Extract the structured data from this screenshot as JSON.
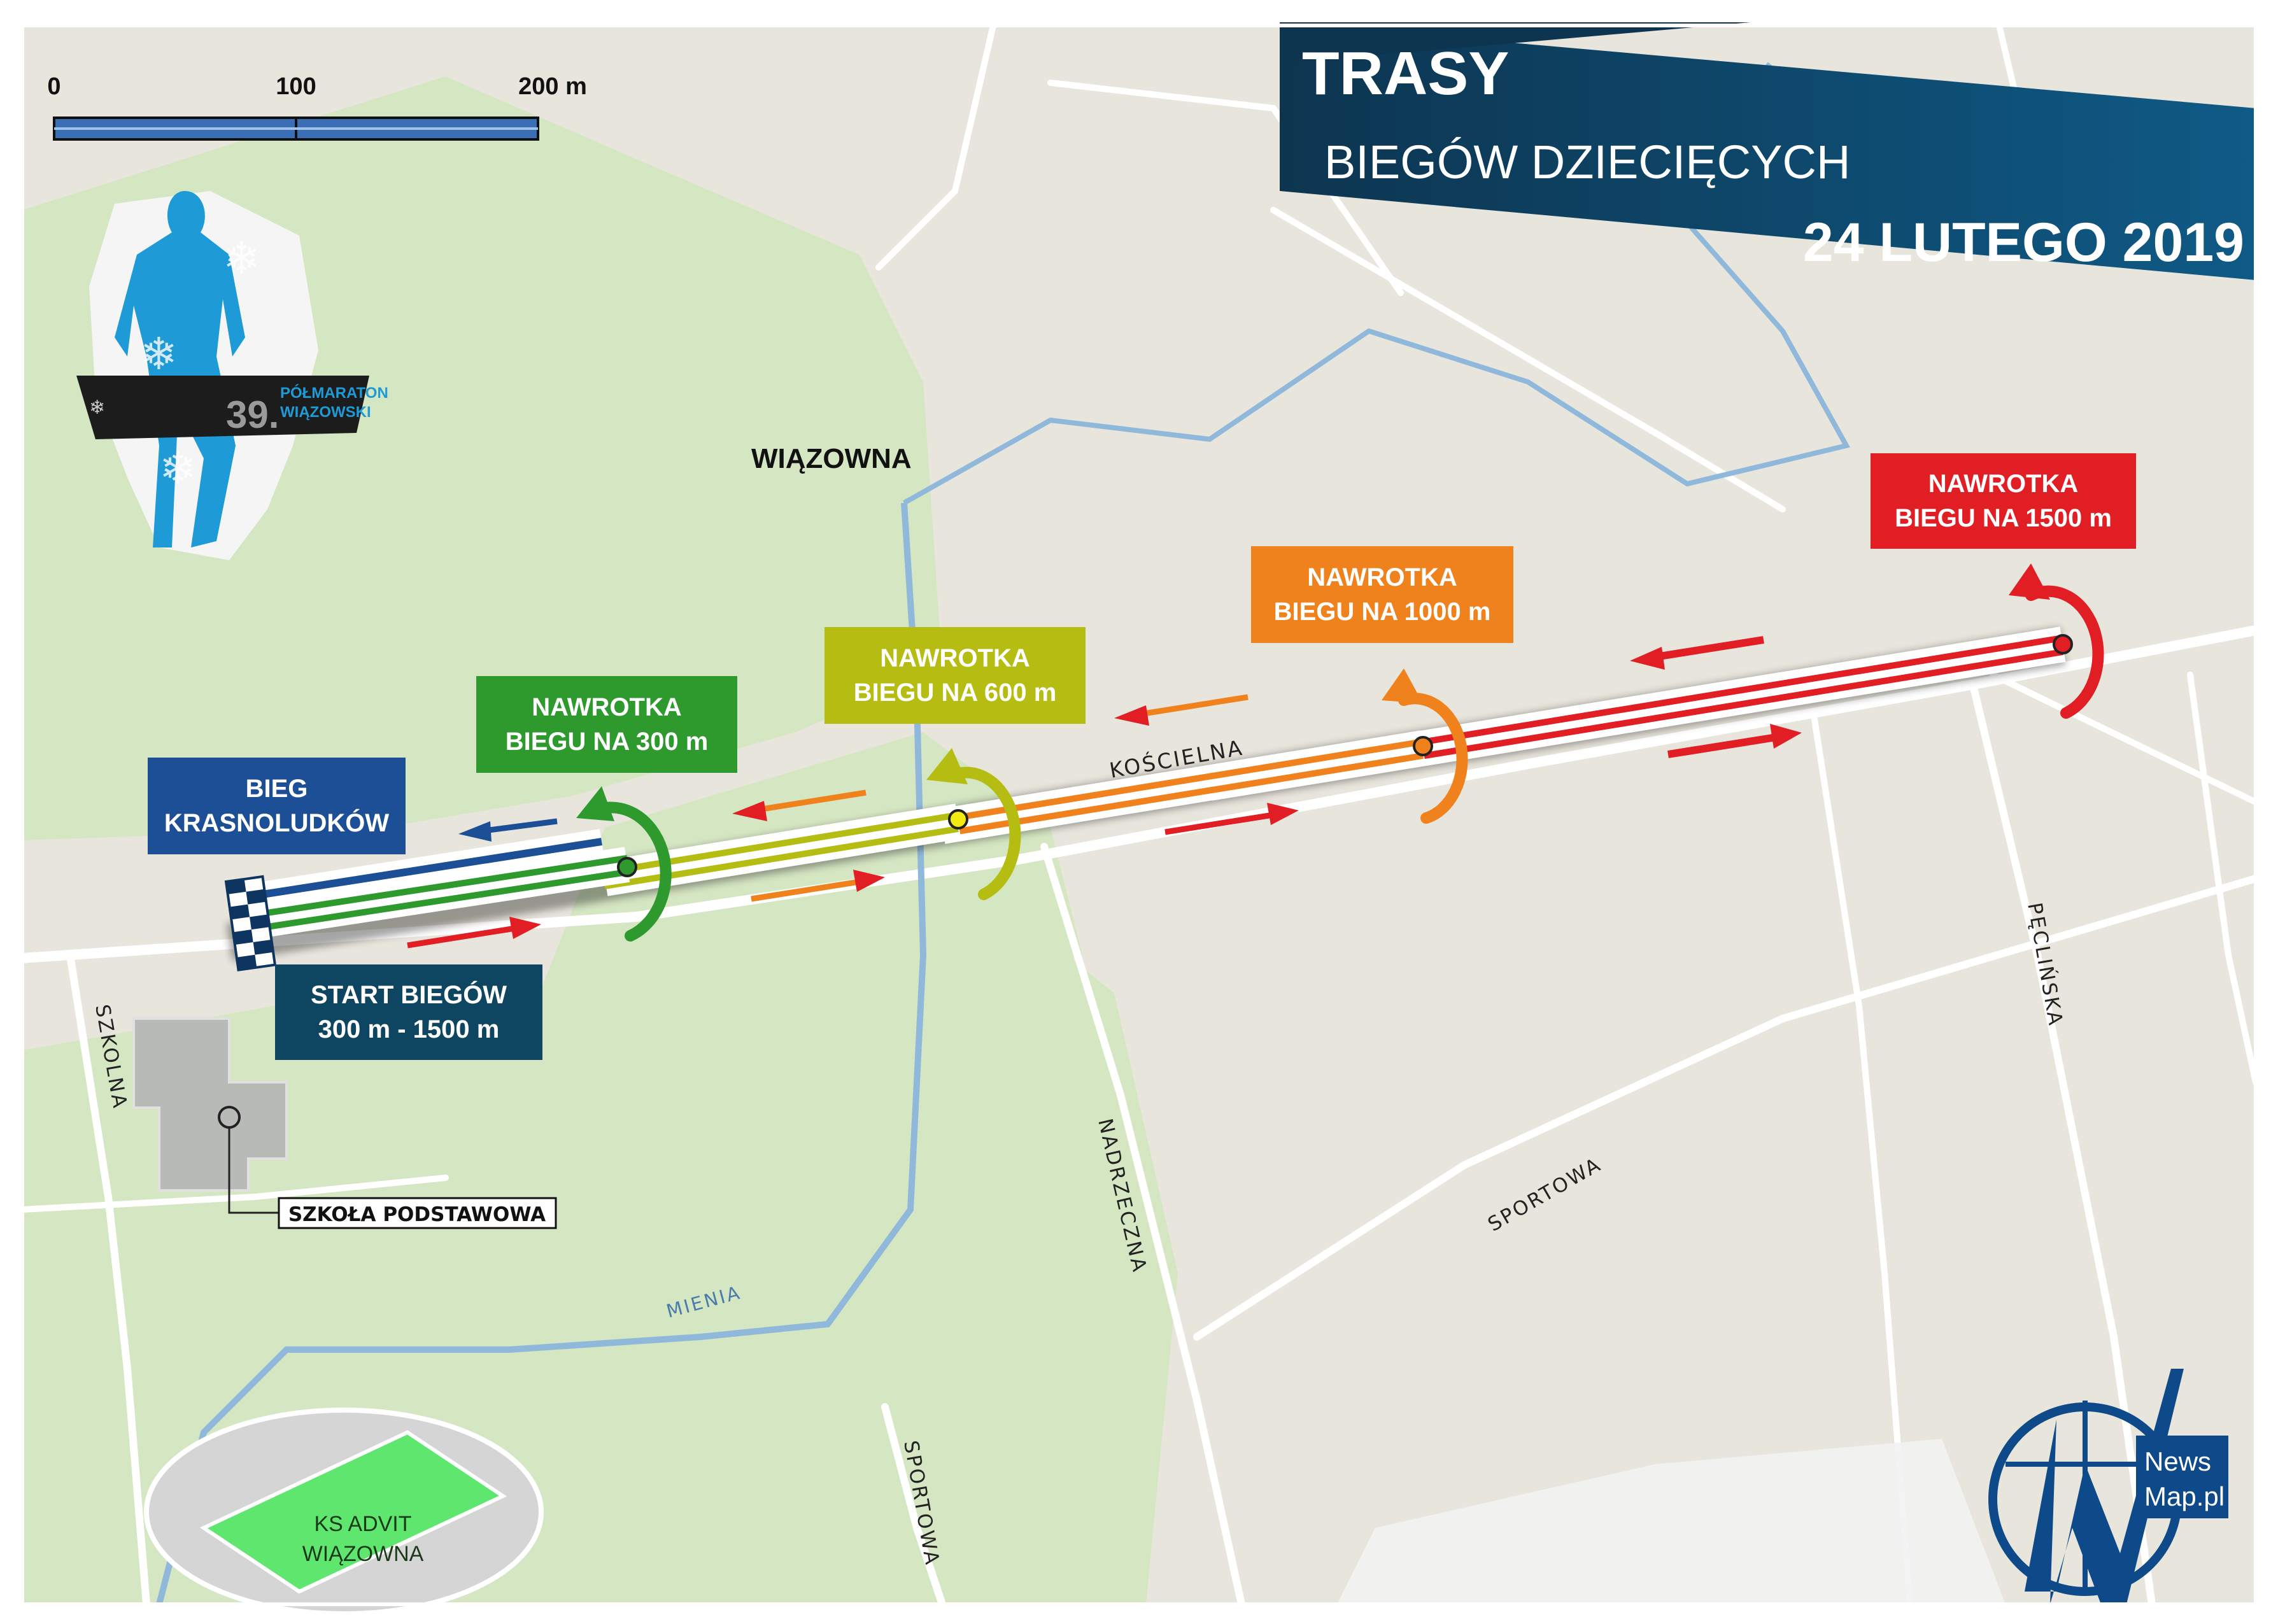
{
  "title": {
    "line1": "TRASY",
    "line2": "BIEGÓW DZIECIĘCYCH",
    "line3": "24 LUTEGO 2019"
  },
  "scale_bar": {
    "labels": [
      "0",
      "100",
      "200 m"
    ]
  },
  "logo": {
    "number": "39.",
    "line1": "PÓŁMARATON",
    "line2": "WIĄZOWSKI"
  },
  "places": {
    "town": "WIĄZOWNA",
    "school": "SZKOŁA PODSTAWOWA",
    "stadium_line1": "KS ADVIT",
    "stadium_line2": "WIĄZOWNA"
  },
  "streets": {
    "koscielna": "KOŚCIELNA",
    "szkolna": "SZKOLNA",
    "nadrzeczna": "NADRZECZNA",
    "sportowa1": "SPORTOWA",
    "sportowa2": "SPORTOWA",
    "pecli": "PĘCLIŃSKA",
    "river": "MIENIA"
  },
  "labels": {
    "turn300": {
      "line1": "NAWROTKA",
      "line2": "BIEGU NA 300 m"
    },
    "turn600": {
      "line1": "NAWROTKA",
      "line2": "BIEGU NA 600 m"
    },
    "turn1000": {
      "line1": "NAWROTKA",
      "line2": "BIEGU NA 1000 m"
    },
    "turn1500": {
      "line1": "NAWROTKA",
      "line2": "BIEGU NA 1500 m"
    },
    "kids": {
      "line1": "BIEG",
      "line2": "KRASNOLUDKÓW"
    },
    "start": {
      "line1": "START BIEGÓW",
      "line2": "300  m - 1500 m"
    }
  },
  "newsmap": {
    "line1": "News",
    "line2": "Map.pl"
  },
  "colors": {
    "ground": "#e8e6dc",
    "park": "#d5e6c3",
    "road": "#ffffff",
    "river": "#8fb8db",
    "title": "#0e4a6e",
    "route300": "#2e9a2e",
    "route600": "#b5bd12",
    "route1000": "#f0821e",
    "route1500": "#e11e24",
    "kids": "#1c4f96",
    "start": "#0e4560"
  }
}
